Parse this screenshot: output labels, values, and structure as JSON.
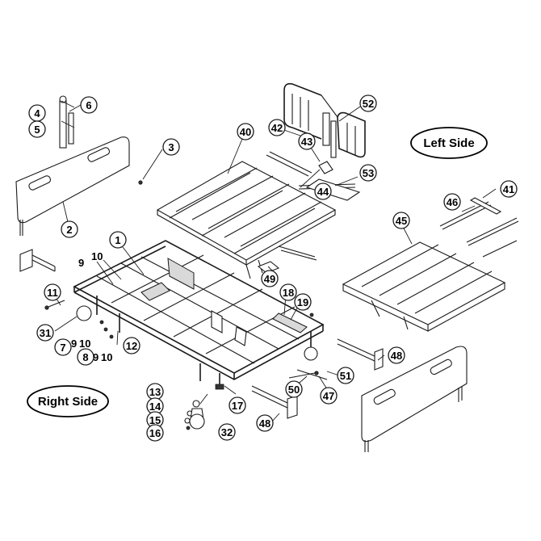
{
  "labels": {
    "left_side": "Left Side",
    "right_side": "Right Side"
  },
  "part_numbers": {
    "p1": "1",
    "p2": "2",
    "p3": "3",
    "p4": "4",
    "p5": "5",
    "p6": "6",
    "p7": "7",
    "p8": "8",
    "p9a": "9",
    "p10a": "10",
    "p9b": "9",
    "p10b": "10",
    "p9c": "9",
    "p10c": "10",
    "p11": "11",
    "p12": "12",
    "p13": "13",
    "p14": "14",
    "p15": "15",
    "p16": "16",
    "p17": "17",
    "p18": "18",
    "p19": "19",
    "p31": "31",
    "p32": "32",
    "p40": "40",
    "p41": "41",
    "p42": "42",
    "p43": "43",
    "p44": "44",
    "p45": "45",
    "p46": "46",
    "p47": "47",
    "p48a": "48",
    "p48b": "48",
    "p49": "49",
    "p50": "50",
    "p51": "51",
    "p52": "52",
    "p53": "53"
  }
}
